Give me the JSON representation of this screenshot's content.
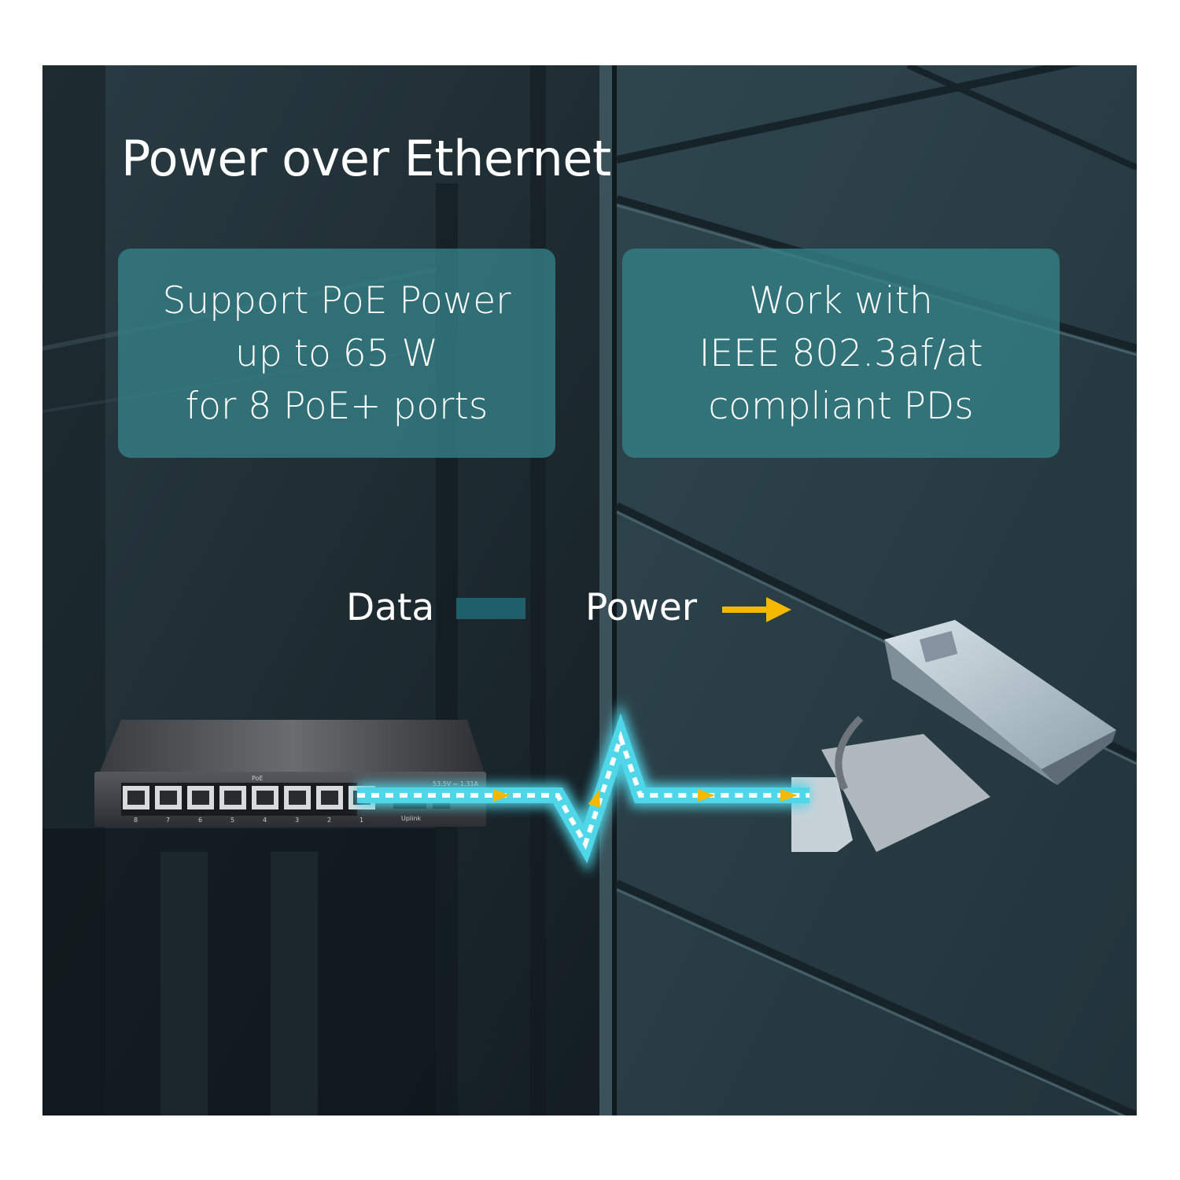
{
  "title": "Power over Ethernet",
  "cards": [
    {
      "lines": [
        "Support PoE Power",
        "up to 65 W",
        "for 8 PoE+ ports"
      ]
    },
    {
      "lines": [
        "Work with",
        "IEEE 802.3af/at",
        "compliant PDs"
      ]
    }
  ],
  "legend": {
    "data_label": "Data",
    "power_label": "Power",
    "data_color": "#1f5f6b",
    "power_color": "#f5b800"
  },
  "switch": {
    "poe_label": "PoE",
    "uplink_label": "Uplink",
    "rating_label": "53.5V ⎓ 1.31A",
    "port_numbers": [
      "8",
      "7",
      "6",
      "5",
      "4",
      "3",
      "2",
      "1"
    ]
  },
  "colors": {
    "cable_glow": "#4fd6e8",
    "card_bg": "#348288",
    "background": "#1d2b31"
  }
}
